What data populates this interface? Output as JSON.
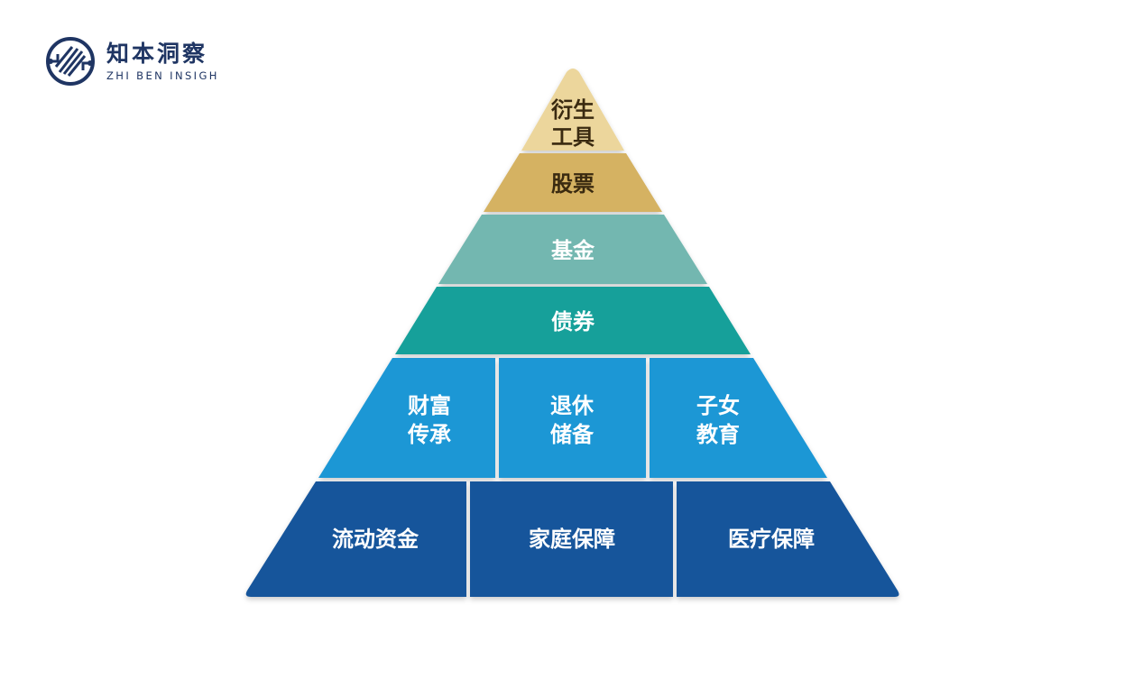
{
  "logo": {
    "name_cn": "知本洞察",
    "name_en": "ZHI BEN INSIGH"
  },
  "pyramid": {
    "tiers": [
      {
        "lines": [
          "衍生",
          "工具"
        ],
        "color": "#ecd69c"
      },
      {
        "lines": [
          "股票"
        ],
        "color": "#d5b262"
      },
      {
        "lines": [
          "基金"
        ],
        "color": "#73b7b0"
      },
      {
        "lines": [
          "债券"
        ],
        "color": "#17a09a"
      },
      {
        "cells": [
          {
            "lines": [
              "财富",
              "传承"
            ]
          },
          {
            "lines": [
              "退休",
              "储备"
            ]
          },
          {
            "lines": [
              "子女",
              "教育"
            ]
          }
        ],
        "color": "#1f97d5"
      },
      {
        "cells": [
          {
            "lines": [
              "流动资金"
            ]
          },
          {
            "lines": [
              "家庭保障"
            ]
          },
          {
            "lines": [
              "医疗保障"
            ]
          }
        ],
        "color": "#15549b"
      }
    ]
  }
}
